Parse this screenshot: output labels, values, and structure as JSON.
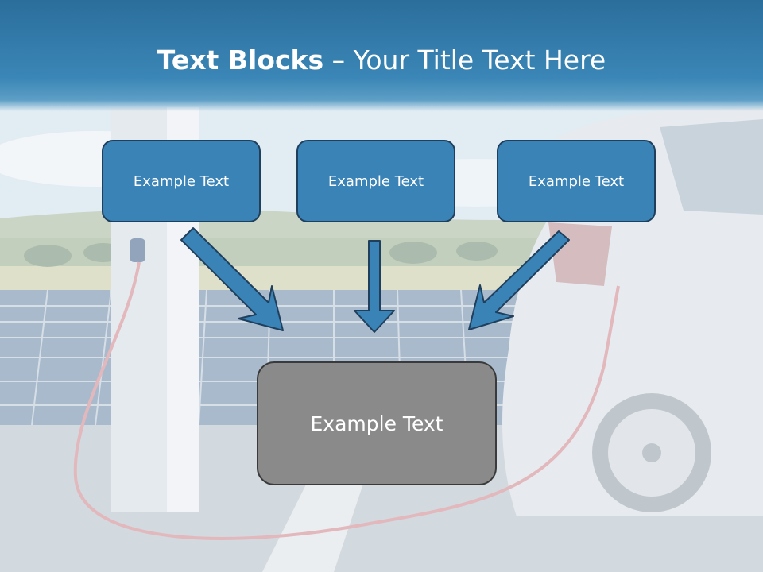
{
  "slide": {
    "title_bold": "Text Blocks",
    "title_dash": " – ",
    "title_rest": "Your Title Text Here"
  },
  "boxes": {
    "left": "Example Text",
    "center": "Example Text",
    "right": "Example Text",
    "bottom": "Example Text"
  },
  "colors": {
    "title_band": "#2b6e9c",
    "box_blue": "#3a83b7",
    "box_gray": "#8a8a8a",
    "arrow": "#3a83b7"
  },
  "icons": [
    "arrow-down-right-icon",
    "arrow-down-icon",
    "arrow-down-left-icon"
  ]
}
